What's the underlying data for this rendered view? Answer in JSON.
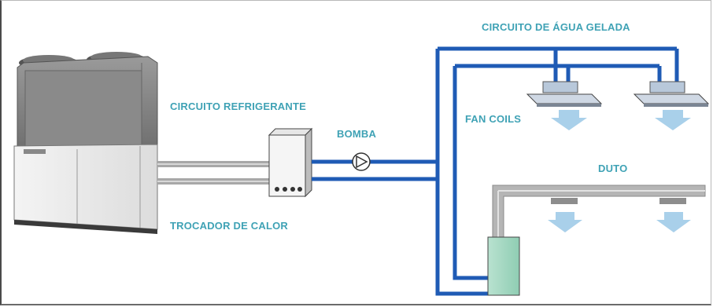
{
  "labels": {
    "chilled_water_circuit": "CIRCUITO DE ÁGUA GELADA",
    "refrigerant_circuit": "CIRCUITO REFRIGERANTE",
    "pump": "BOMBA",
    "fan_coils": "FAN COILS",
    "duct": "DUTO",
    "heat_exchanger": "TROCADOR DE CALOR"
  },
  "colors": {
    "label_text": "#3fa2b5",
    "water_pipe": "#1f5bb5",
    "refrigerant_pipe": "#a8a8a8",
    "duct": "#b5b5b5",
    "air_handler": "#a8d8c4",
    "airflow": "#a9d0ea"
  },
  "icons": {
    "chiller": "chiller-unit-icon",
    "heat_exchanger": "heat-exchanger-icon",
    "pump": "pump-icon",
    "fan_coil": "cassette-fan-coil-icon",
    "air_handler": "air-handler-icon",
    "airflow": "airflow-arrow-icon"
  }
}
